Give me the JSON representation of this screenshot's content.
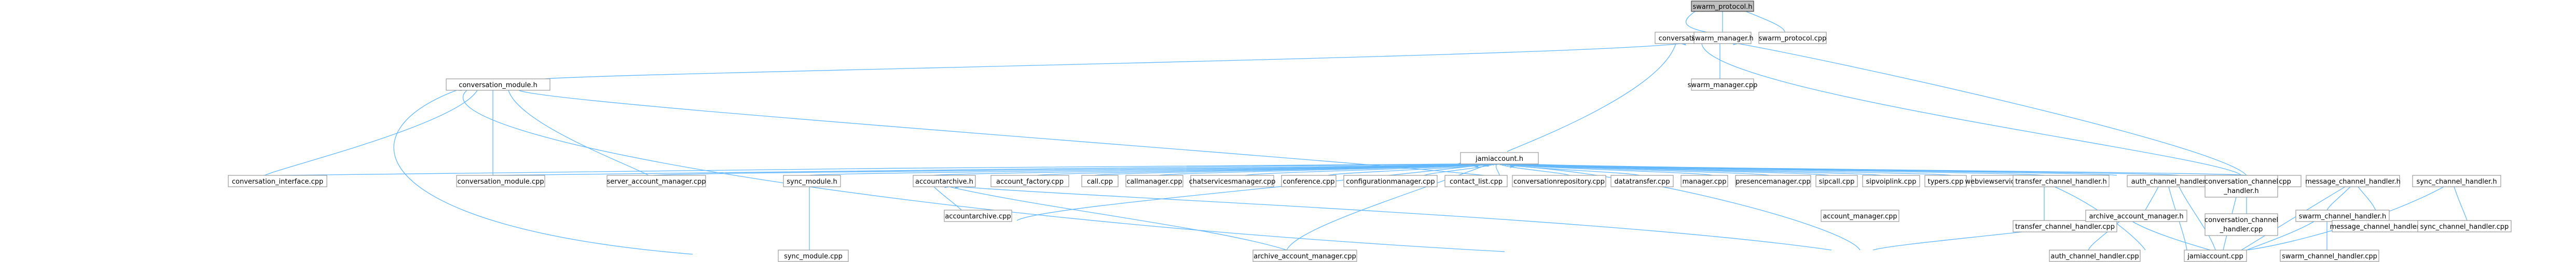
{
  "colors": {
    "edge": "#63b8ff",
    "node_border": "#999999",
    "root_fill": "#bfbfbf",
    "root_border": "#404040"
  },
  "graph": {
    "nodes": [
      {
        "id": "n0",
        "label": "swarm_protocol.h",
        "root": true
      },
      {
        "id": "n1",
        "label": "conversation.h"
      },
      {
        "id": "n2",
        "label": "swarm_manager.h"
      },
      {
        "id": "n3",
        "label": "swarm_protocol.cpp"
      },
      {
        "id": "n4",
        "label": "conversation_module.h"
      },
      {
        "id": "n5",
        "label": "jamiaccount.h"
      },
      {
        "id": "n6",
        "label": "swarm_manager.cpp"
      },
      {
        "id": "n7",
        "label": "conversation.cpp"
      },
      {
        "id": "n8",
        "label": "conversation_interface.cpp"
      },
      {
        "id": "n9",
        "label": "conversation_module.cpp"
      },
      {
        "id": "n10",
        "label": "server_account_manager.cpp"
      },
      {
        "id": "n11",
        "label": "sync_module.h"
      },
      {
        "id": "n12",
        "label": "accountarchive.h"
      },
      {
        "id": "n13",
        "label": "account_factory.cpp"
      },
      {
        "id": "n14",
        "label": "call.cpp"
      },
      {
        "id": "n15",
        "label": "callmanager.cpp"
      },
      {
        "id": "n16",
        "label": "chatservicesmanager.cpp"
      },
      {
        "id": "n17",
        "label": "conference.cpp"
      },
      {
        "id": "n18",
        "label": "configurationmanager.cpp"
      },
      {
        "id": "n19",
        "label": "contact_list.cpp"
      },
      {
        "id": "n20",
        "label": "conversationrepository.cpp"
      },
      {
        "id": "n21",
        "label": "datatransfer.cpp"
      },
      {
        "id": "n22",
        "label": "manager.cpp"
      },
      {
        "id": "n23",
        "label": "presencemanager.cpp"
      },
      {
        "id": "n24",
        "label": "sipcall.cpp"
      },
      {
        "id": "n25",
        "label": "sipvoiplink.cpp"
      },
      {
        "id": "n26",
        "label": "typers.cpp"
      },
      {
        "id": "n27",
        "label": "webviewservicesmanager.cpp"
      },
      {
        "id": "n28",
        "label": "transfer_channel_handler.h"
      },
      {
        "id": "n29",
        "label": "auth_channel_handler.h"
      },
      {
        "id": "n30a",
        "label": "conversation_channel"
      },
      {
        "id": "n30b",
        "label": "_handler.h"
      },
      {
        "id": "n31",
        "label": "message_channel_handler.h"
      },
      {
        "id": "n32",
        "label": "sync_channel_handler.h"
      },
      {
        "id": "n33",
        "label": "accountarchive.cpp"
      },
      {
        "id": "n34",
        "label": "account_manager.cpp"
      },
      {
        "id": "n35",
        "label": "transfer_channel_handler.cpp"
      },
      {
        "id": "n36",
        "label": "archive_account_manager.h"
      },
      {
        "id": "n37a",
        "label": "conversation_channel"
      },
      {
        "id": "n37b",
        "label": "_handler.cpp"
      },
      {
        "id": "n38",
        "label": "swarm_channel_handler.h"
      },
      {
        "id": "n39",
        "label": "message_channel_handler.cpp"
      },
      {
        "id": "n40",
        "label": "sync_channel_handler.cpp"
      },
      {
        "id": "n41",
        "label": "sync_module.cpp"
      },
      {
        "id": "n42",
        "label": "archive_account_manager.cpp"
      },
      {
        "id": "n43",
        "label": "auth_channel_handler.cpp"
      },
      {
        "id": "n44",
        "label": "jamiaccount.cpp"
      },
      {
        "id": "n45",
        "label": "swarm_channel_handler.cpp"
      }
    ]
  }
}
